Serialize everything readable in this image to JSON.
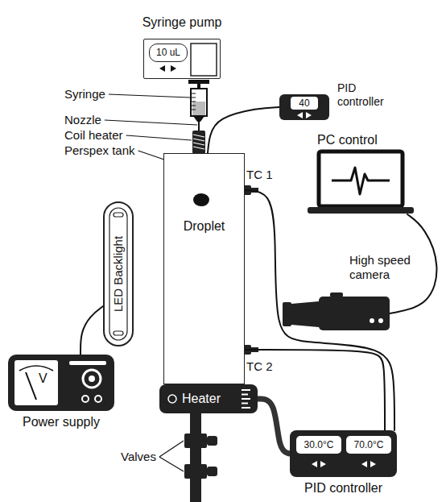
{
  "diagram": {
    "nodes": [
      {
        "text": [
          "Syringe pump",
          "10 uL"
        ]
      },
      {
        "text": [
          "40",
          "PID controller"
        ]
      },
      {
        "text": [
          "PC control"
        ]
      },
      {
        "text": [
          "Droplet"
        ]
      },
      {
        "text": [
          "High speed camera"
        ]
      },
      {
        "text": [
          "LED Backlight"
        ]
      },
      {
        "text": [
          "V",
          "Power supply"
        ]
      },
      {
        "text": [
          "Heater"
        ]
      },
      {
        "text": [
          "30.0°C",
          "70.0°C",
          "PID controller"
        ]
      }
    ],
    "edges": [
      {
        "from": 1,
        "to": 3,
        "arrow": "none"
      },
      {
        "from": 2,
        "to": 4,
        "arrow": "none"
      },
      {
        "from": 6,
        "to": 5,
        "arrow": "none"
      },
      {
        "from": 7,
        "to": 8,
        "arrow": "none"
      },
      {
        "from": 3,
        "to": 8,
        "arrow": "none"
      },
      {
        "from": 3,
        "to": 8,
        "arrow": "none"
      }
    ],
    "labels": [
      "Syringe",
      "Nozzle",
      "Coil heater",
      "Perspex tank",
      "TC 1",
      "TC 2",
      "Valves"
    ]
  }
}
